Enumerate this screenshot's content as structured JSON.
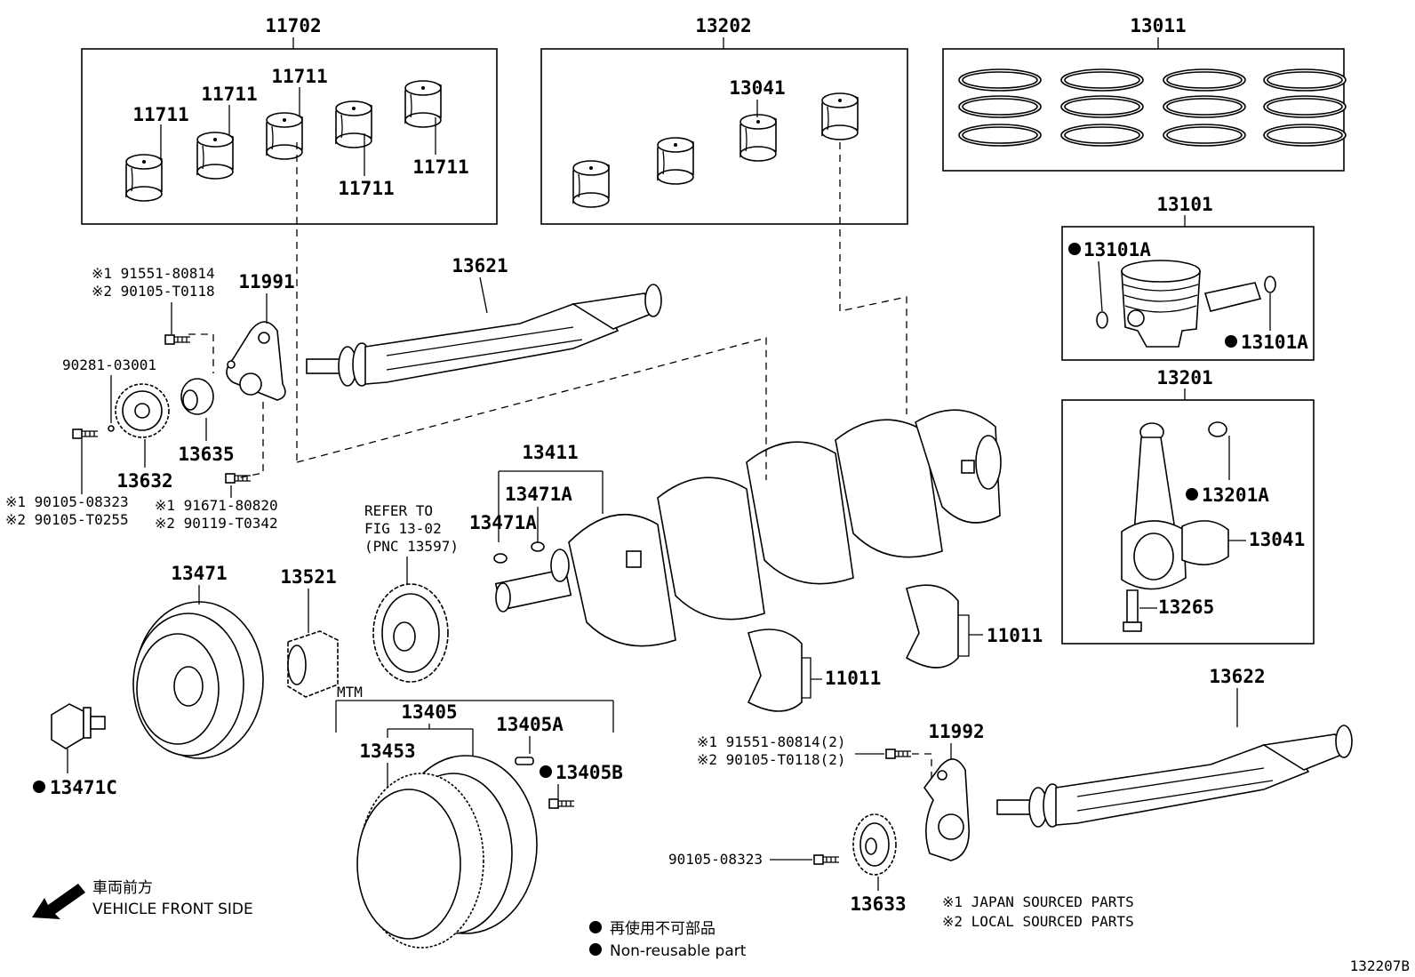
{
  "groups": {
    "bearing_upper_set": "11702",
    "bearing_lower_set": "13202",
    "ring_set": "13011",
    "piston_sub": "13101",
    "rod_sub": "13201",
    "mtm": "MTM",
    "pulley_sub": "13405",
    "keys": "13411"
  },
  "parts": {
    "bearing_a": "11711",
    "bearing_b": "11711",
    "bearing_c": "11711",
    "bearing_d": "11711",
    "bearing_e": "11711",
    "rod_bearing_top": "13041",
    "rod_bearing_side": "13041",
    "piston_snap": "13101A",
    "piston_snap_2": "13101A",
    "rod_bushing": "13201A",
    "rod_bolt": "13265",
    "balance_shaft_1": "13621",
    "balance_shaft_2": "13622",
    "cover_plate_1": "11991",
    "cover_plate_2": "11992",
    "pin": "90281-03001",
    "gear_1": "13632",
    "gear_2": "13633",
    "washer": "13635",
    "key_1": "13471A",
    "key_2": "13471A",
    "pulley": "13471",
    "pulley_bolt": "13471C",
    "sprocket": "13521",
    "ring_gear": "13453",
    "pulley_pin": "13405A",
    "pulley_bolt_2": "13405B",
    "thrust_washer_1": "11011",
    "thrust_washer_2": "11011",
    "bolt_plain": "90105-08323"
  },
  "bolt_notes": {
    "plate1_bolt": [
      "※1 91551-80814",
      "※2 90105-T0118"
    ],
    "gear1_bolt": [
      "※1 90105-08323",
      "※2 90105-T0255"
    ],
    "plate1_lower_bolt": [
      "※1 91671-80820",
      "※2 90119-T0342"
    ],
    "plate2_bolt": [
      "※1 91551-80814(2)",
      "※2 90105-T0118(2)"
    ]
  },
  "refer_note": [
    "REFER TO",
    "FIG 13-02",
    "(PNC 13597)"
  ],
  "direction": {
    "jp": "車両前方",
    "en": "VEHICLE FRONT SIDE"
  },
  "source_legend": [
    "※1 JAPAN SOURCED PARTS",
    "※2 LOCAL SOURCED PARTS"
  ],
  "nonreuse_legend": {
    "jp": "再使用不可部品",
    "en": "Non-reusable part"
  },
  "figure_id": "132207B",
  "colors": {
    "ink": "#000000",
    "paper": "#ffffff"
  }
}
